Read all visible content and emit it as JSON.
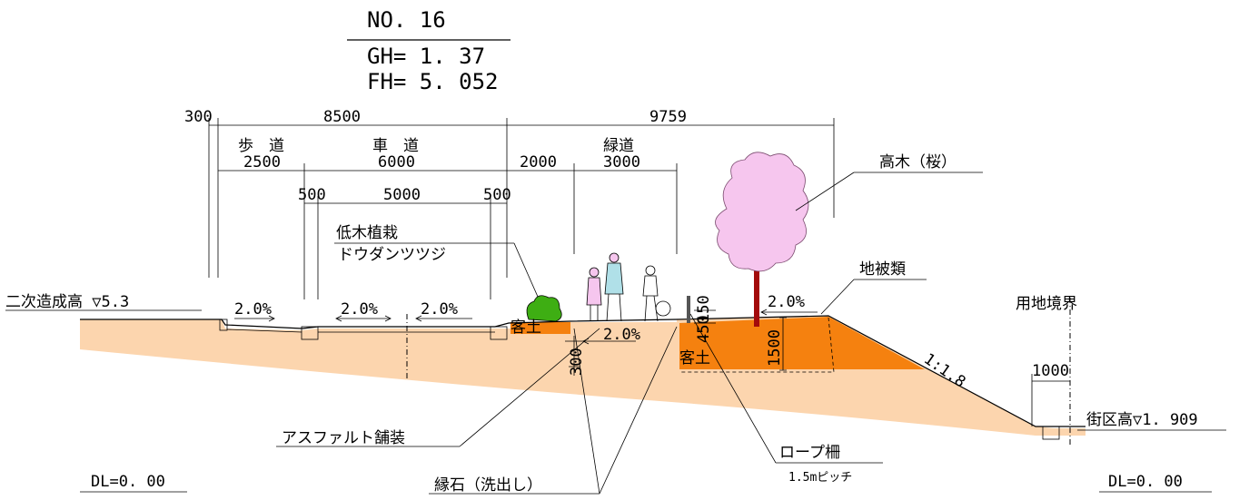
{
  "header": {
    "no": "NO. 16",
    "gh": "GH= 1. 37",
    "fh": "FH= 5. 052"
  },
  "dimensions": {
    "d300": "300",
    "d8500": "8500",
    "d9759": "9759",
    "sidewalk": "歩　道",
    "roadway": "車　道",
    "greenway": "緑道",
    "d2500": "2500",
    "d6000": "6000",
    "d2000": "2000",
    "d3000": "3000",
    "d500a": "500",
    "d5000": "5000",
    "d500b": "500"
  },
  "slopes": {
    "s1": "2.0%",
    "s2": "2.0%",
    "s3": "2.0%",
    "s4": "2.0%",
    "s5": "2.0%"
  },
  "labels": {
    "secondary_height": "二次造成高 ▽5.3",
    "shrub_planting": "低木植栽",
    "shrub_species": "ドウダンツツジ",
    "tall_tree": "高木（桜）",
    "ground_cover": "地被類",
    "land_boundary": "用地境界",
    "fill_soil_left": "客土",
    "fill_soil_right": "客土",
    "d300v": "300",
    "d150": "150",
    "d450": "450",
    "d1500": "1500",
    "slope_ratio": "1:1.8",
    "d1000": "1000",
    "block_height": "街区高▽1. 909",
    "asphalt": "アスファルト舗装",
    "curb": "縁石（洗出し）",
    "rope_fence": "ロープ柵",
    "rope_pitch": "1.5mピッチ",
    "dl_left": "DL=0. 00",
    "dl_right": "DL=0. 00"
  },
  "colors": {
    "embankment": "#fcd5ae",
    "fill_soil": "#f5810f",
    "tree_blossom": "#f6c6ee",
    "tree_trunk": "#a30b0b",
    "shrub": "#3eae13"
  }
}
